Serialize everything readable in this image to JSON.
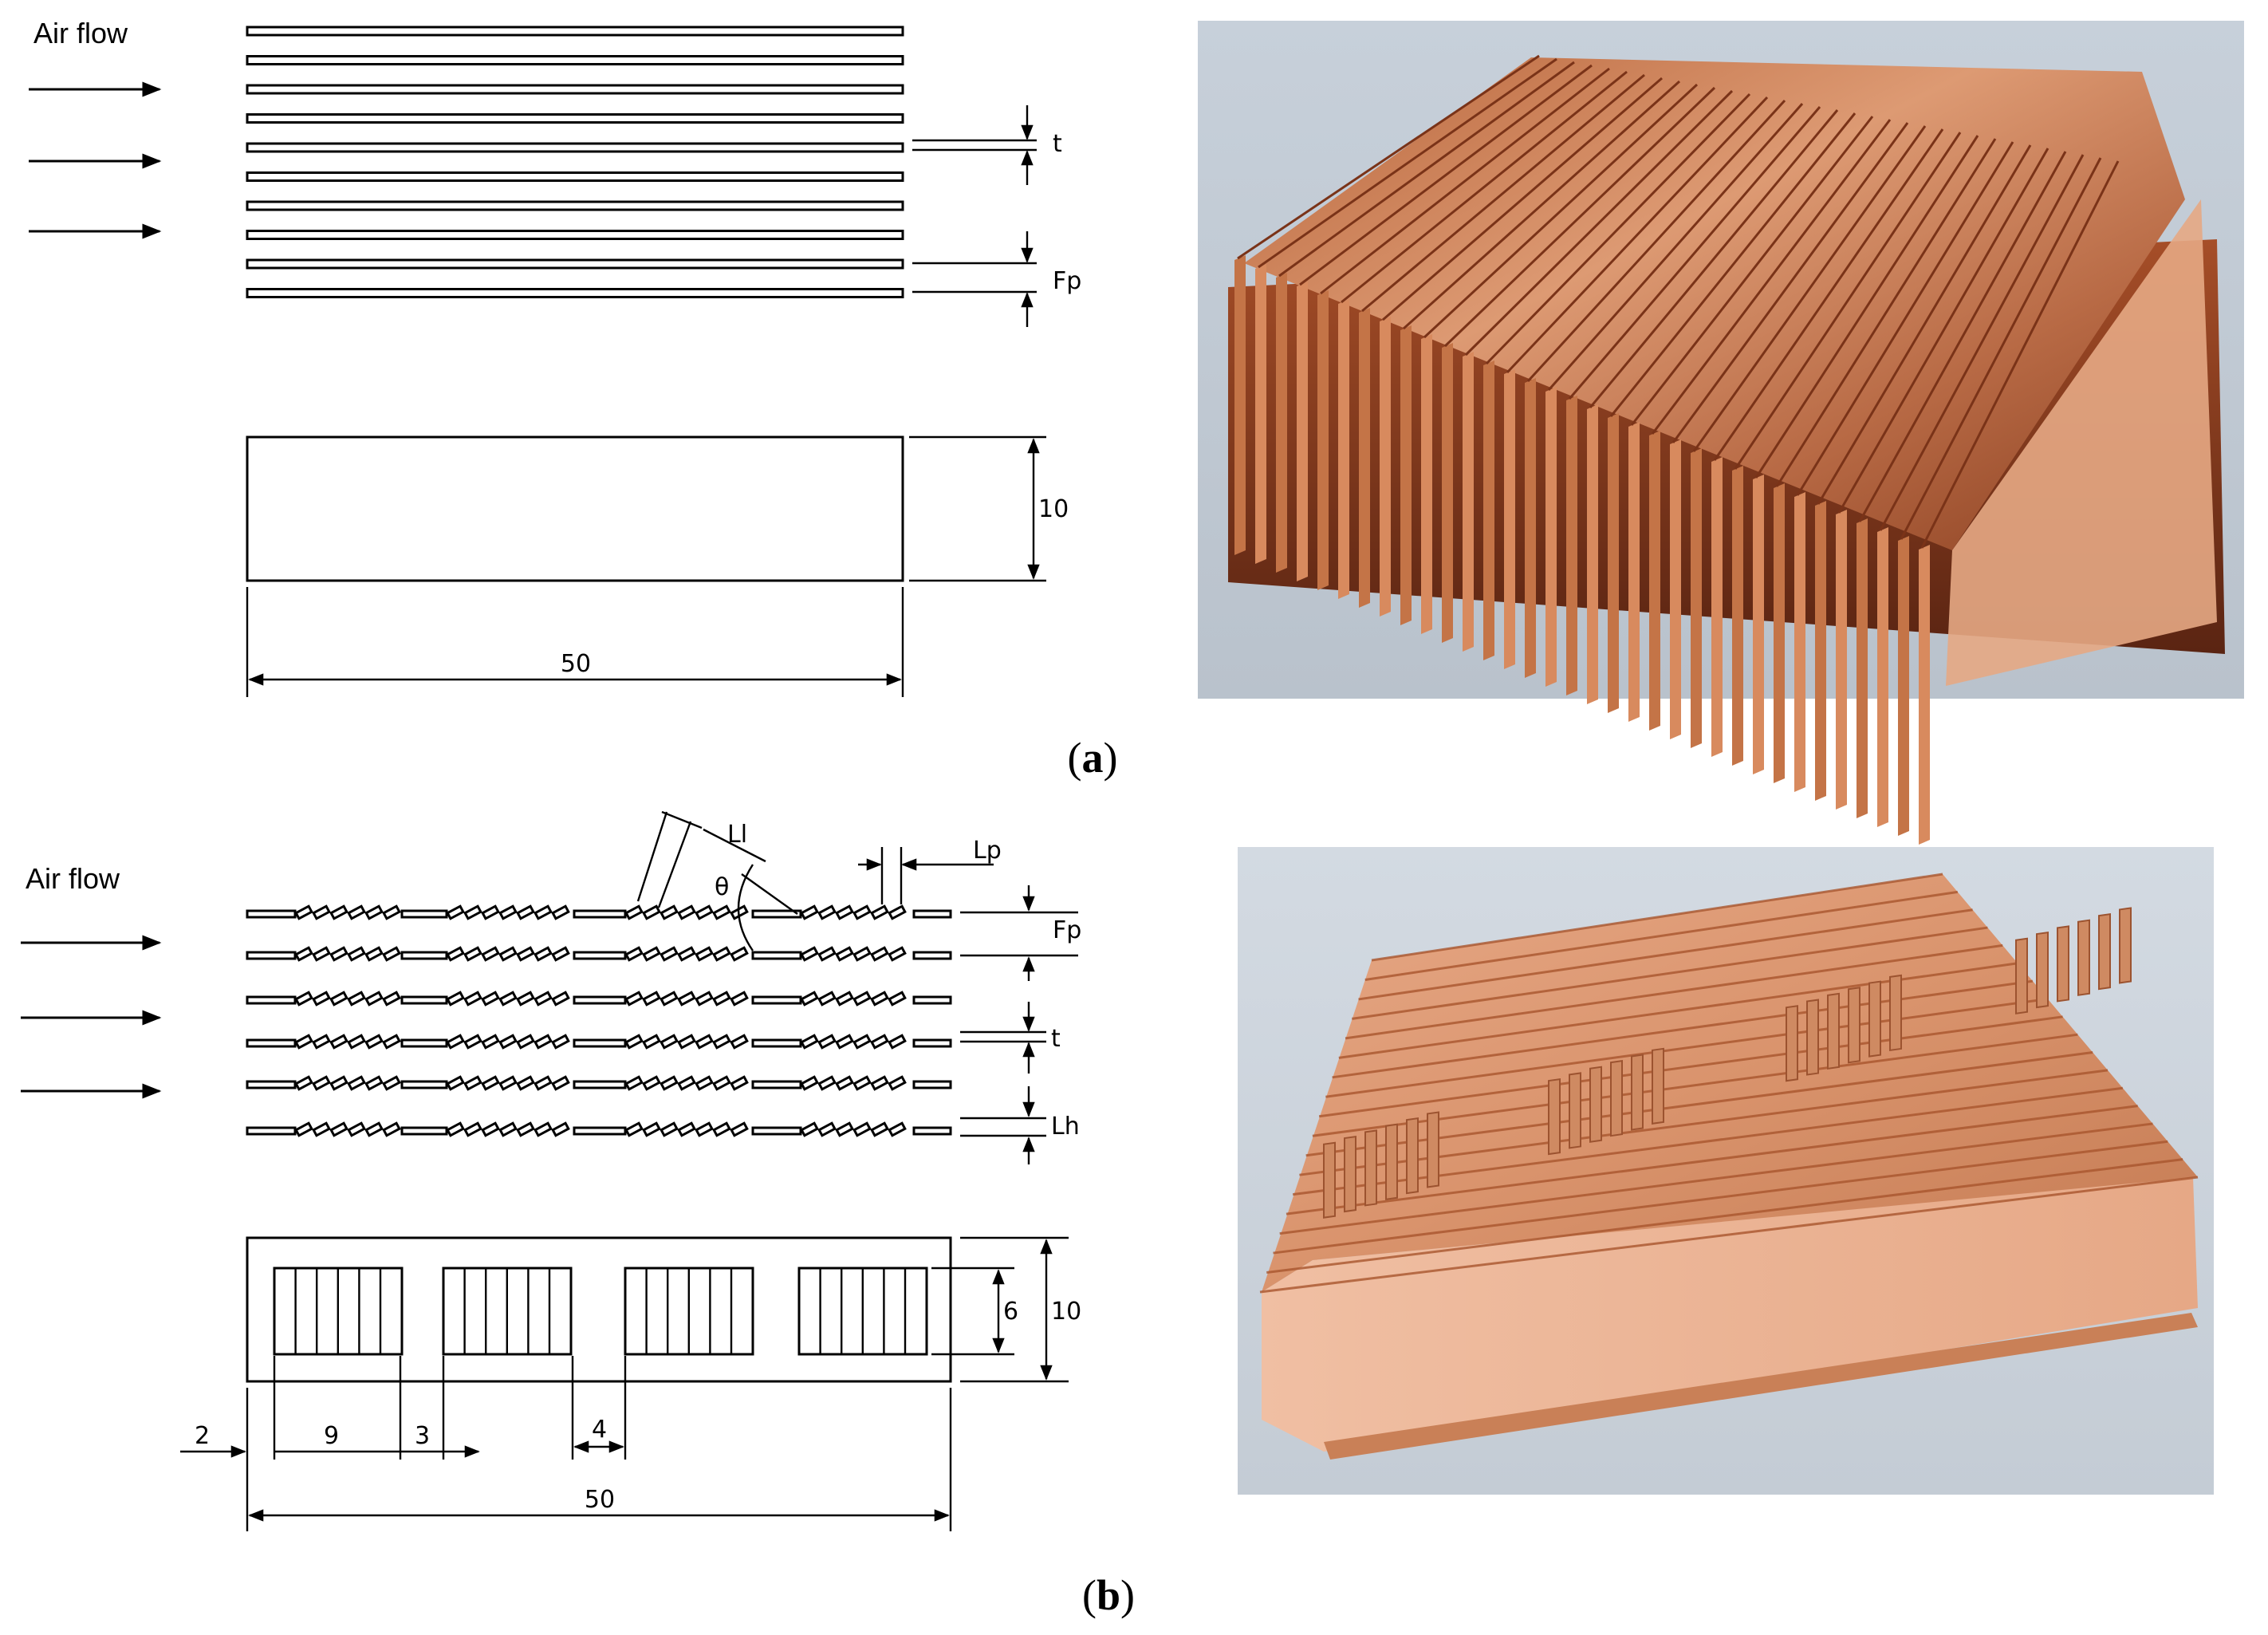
{
  "panel_a": {
    "airflow_label": "Air flow",
    "dim_t": "t",
    "dim_fp": "Fp",
    "dim_height": "10",
    "dim_length": "50",
    "caption_open": "(",
    "caption_letter": "a",
    "caption_close": ")"
  },
  "panel_b": {
    "airflow_label": "Air flow",
    "dim_ll": "Ll",
    "dim_theta": "θ",
    "dim_lp": "Lp",
    "dim_fp": "Fp",
    "dim_t": "t",
    "dim_lh": "Lh",
    "dim_louver_height": "6",
    "dim_height": "10",
    "dim_edge": "2",
    "dim_bank": "9",
    "dim_gap": "3",
    "dim_mid_gap": "4",
    "dim_length": "50",
    "caption_open": "(",
    "caption_letter": "b",
    "caption_close": ")"
  },
  "colors": {
    "copper_light": "#e9b48f",
    "copper_mid": "#c9774a",
    "copper_dark": "#5a2412",
    "photo_background": "#c3ccd6"
  }
}
